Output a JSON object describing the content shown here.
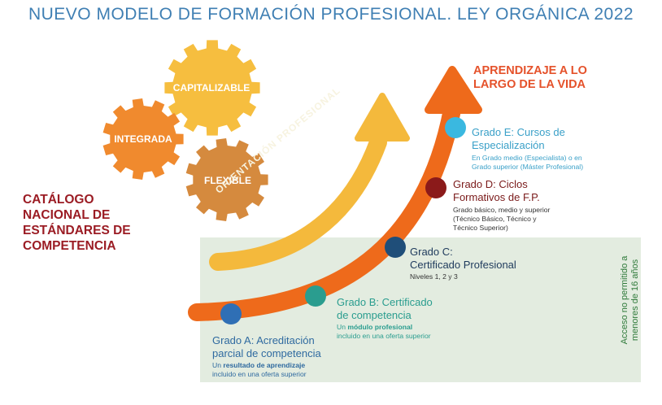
{
  "title": "NUEVO MODELO DE FORMACIÓN PROFESIONAL. LEY ORGÁNICA 2022",
  "gears": {
    "capitalizable": "CAPITALIZABLE",
    "integrada": "INTEGRADA",
    "flexible": "FLEXIBLE"
  },
  "catalog": {
    "line1": "CATÁLOGO",
    "line2": "NACIONAL DE",
    "line3": "ESTÁNDARES DE",
    "line4": "COMPETENCIA"
  },
  "orientation": "ORIENTACIÓN PROFESIONAL",
  "lifelong": {
    "line1": "APRENDIZAJE A LO",
    "line2": "LARGO DE LA VIDA"
  },
  "grades": {
    "a": {
      "title1": "Grado A: Acreditación",
      "title2": "parcial de competencia",
      "sub_prefix": "Un ",
      "sub_bold": "resultado de aprendizaje",
      "sub2": "incluido en una oferta superior"
    },
    "b": {
      "title1": "Grado B: Certificado",
      "title2": "de competencia",
      "sub_prefix": "Un ",
      "sub_bold": "módulo profesional",
      "sub2": "incluido en una oferta superior"
    },
    "c": {
      "title1": "Grado C:",
      "title2": "Certificado Profesional",
      "sub1": "Niveles 1, 2 y 3"
    },
    "d": {
      "title1": "Grado D: Ciclos",
      "title2": "Formativos de F.P.",
      "sub1": "Grado básico, medio y superior",
      "sub2": "(Técnico Básico, Técnico y",
      "sub3": "Técnico Superior)"
    },
    "e": {
      "title1": "Grado E: Cursos de",
      "title2": "Especialización",
      "sub1": "En Grado medio (Especialista) o en",
      "sub2": "Grado superior (Máster Profesional)"
    }
  },
  "access_note": {
    "line1": "Acceso no permitido a",
    "line2": "menores de 16 años"
  },
  "colors": {
    "title": "#3f7fb3",
    "orange_arrow": "#ee6a1b",
    "yellow_arrow": "#f4b93c",
    "gear_capitalizable": "#f6be3f",
    "gear_integrada": "#f08a2e",
    "gear_flexible": "#d58a3e",
    "green_panel": "#e3ece0",
    "dot_a": "#2f6fb5",
    "dot_b": "#2a9d8f",
    "dot_c": "#1f4e79",
    "dot_d": "#8b1a1a",
    "dot_e": "#3ab8e0"
  }
}
